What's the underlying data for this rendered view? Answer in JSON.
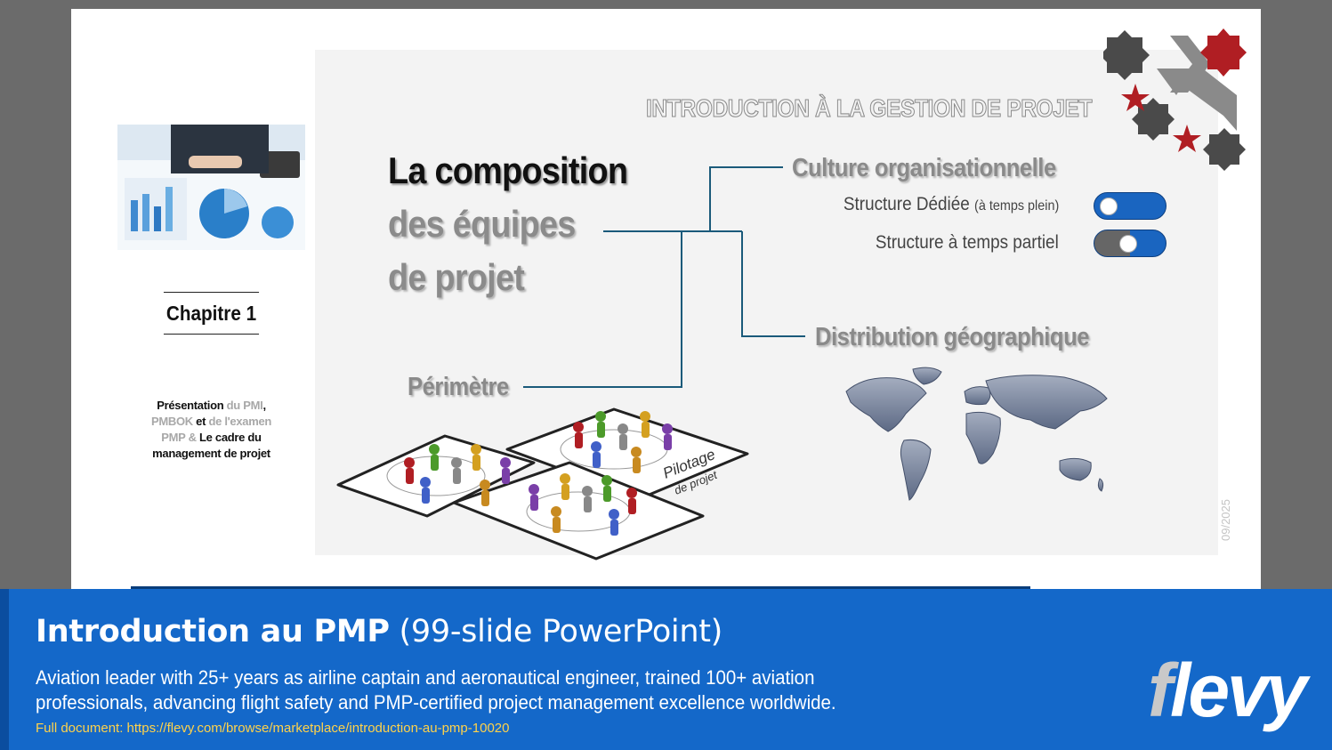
{
  "slide": {
    "chapter": "Chapitre 1",
    "description": {
      "part1": "Présentation",
      "part2": " du PMI",
      "part3": ",",
      "part4": "PMBOK",
      "part5": " et ",
      "part6": "de l'examen",
      "part7": "PMP & ",
      "part8": "Le cadre du",
      "part9": "management de projet"
    },
    "overtitle": "INTRODUCTION À LA GESTION DE PROJET",
    "heading": {
      "line1": "La composition",
      "line2": "des équipes",
      "line3": "de projet"
    },
    "branches": {
      "culture": "Culture organisationnelle",
      "dedicated": "Structure Dédiée",
      "dedicated_note": "(à temps plein)",
      "partial": "Structure à temps partiel",
      "distribution": "Distribution géographique",
      "perimeter": "Périmètre"
    },
    "pilotage": {
      "line1": "Pilotage",
      "line2": "de projet"
    },
    "toggles": [
      {
        "label": "Structure Dédiée",
        "value": 0.0
      },
      {
        "label": "Structure à temps partiel",
        "value": 0.5
      }
    ],
    "date_stamp": "09/2025",
    "colors": {
      "connector": "#1a5a7a",
      "toggle_blue": "#1a65c0",
      "star_red": "#b01e23",
      "star_dark": "#4a4a4a"
    }
  },
  "banner": {
    "title_bold": "Introduction au PMP",
    "title_light": " (99-slide PowerPoint)",
    "description": "Aviation leader with 25+ years as airline captain and aeronautical engineer, trained 100+ aviation professionals, advancing flight safety and PMP-certified project management excellence worldwide.",
    "link": "Full document: https://flevy.com/browse/marketplace/introduction-au-pmp-10020",
    "logo_f": "f",
    "logo_rest": "levy",
    "colors": {
      "background": "#1468c9",
      "link": "#ffd24a"
    }
  }
}
